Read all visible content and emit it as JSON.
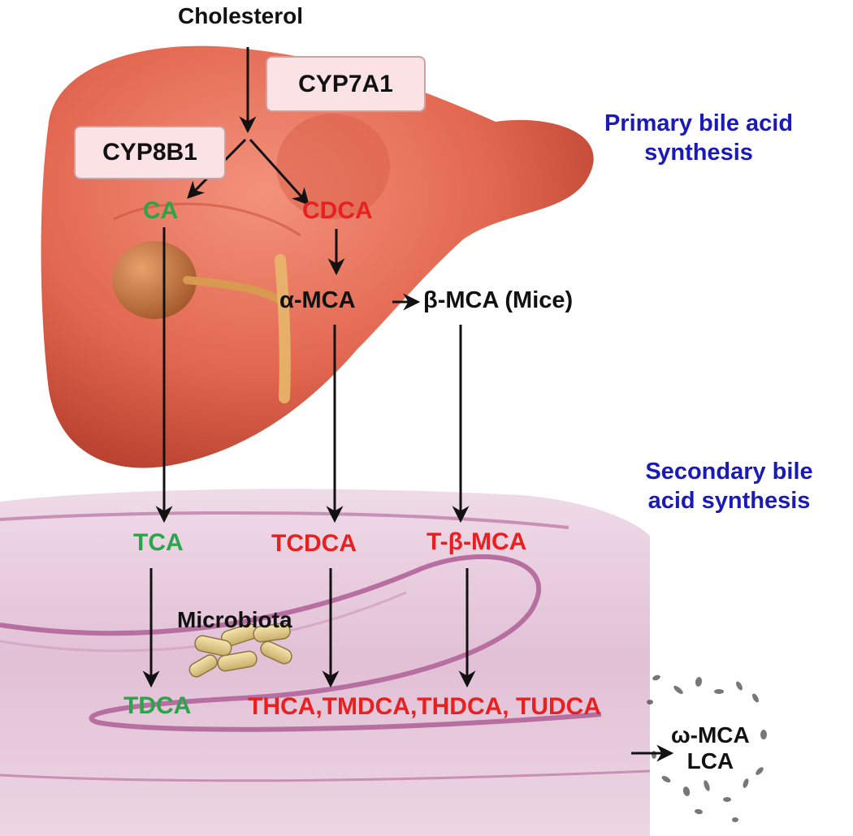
{
  "source": "Cholesterol",
  "enzymes": {
    "cyp7a1": "CYP7A1",
    "cyp8b1": "CYP8B1"
  },
  "stages": {
    "primary": "Primary bile acid\nsynthesis",
    "secondary": "Secondary bile\nacid synthesis"
  },
  "primary_acids": {
    "ca": "CA",
    "cdca": "CDCA",
    "alpha_mca": "α-MCA",
    "beta_mca": "β-MCA (Mice)"
  },
  "conjugated": {
    "tca": "TCA",
    "tcdca": "TCDCA",
    "t_beta_mca": "T-β-MCA"
  },
  "secondary_acids": {
    "tdca": "TDCA",
    "group": "THCA,TMDCA,THDCA, TUDCA",
    "final": "ω-MCA\nLCA"
  },
  "microbiota": "Microbiota",
  "colors": {
    "green": "#2aa54a",
    "red": "#e8201f",
    "blue": "#1a1ab8",
    "black": "#111111",
    "liver": "#e8705a",
    "intestine": "#e3c4d8"
  }
}
